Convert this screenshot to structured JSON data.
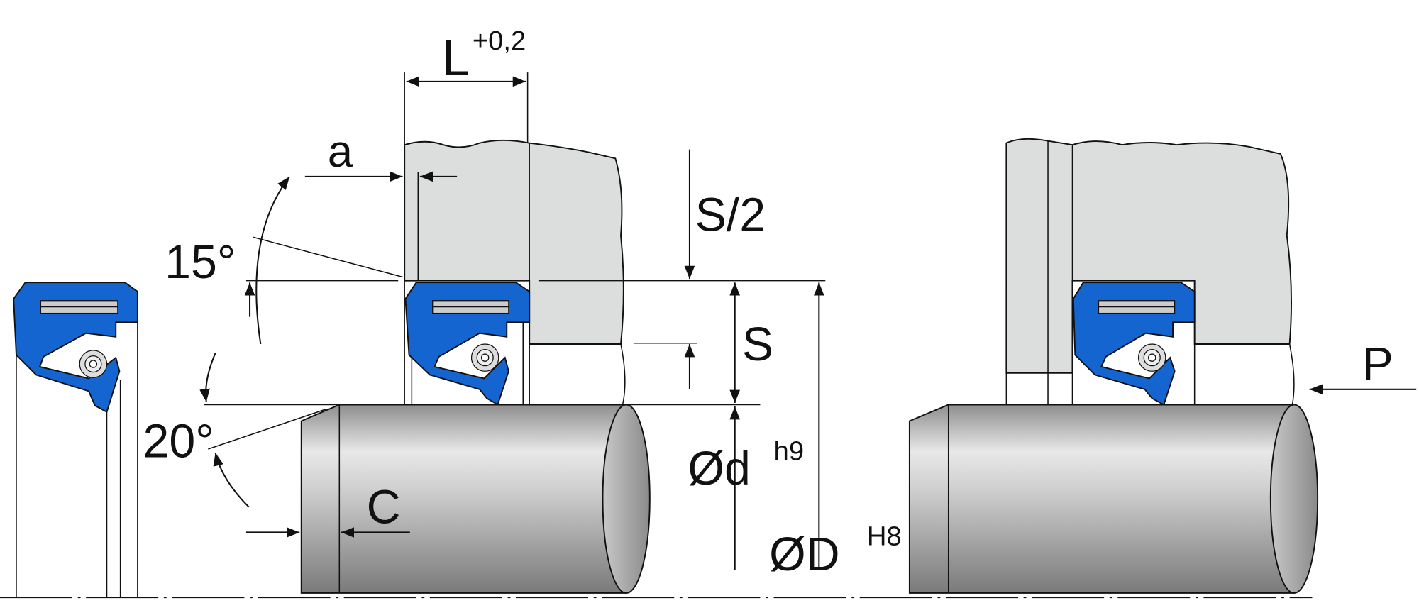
{
  "labels": {
    "L": "L",
    "L_tol": "+0,2",
    "a": "a",
    "angle15": "15°",
    "angle20": "20°",
    "S_half": "S/2",
    "S": "S",
    "d": "Ød",
    "d_tol": "h9",
    "D": "ØD",
    "D_tol": "H8",
    "C": "C",
    "P": "P"
  },
  "colors": {
    "seal": "#1565d0",
    "housing": "#dcdedd",
    "outline": "#111111"
  }
}
